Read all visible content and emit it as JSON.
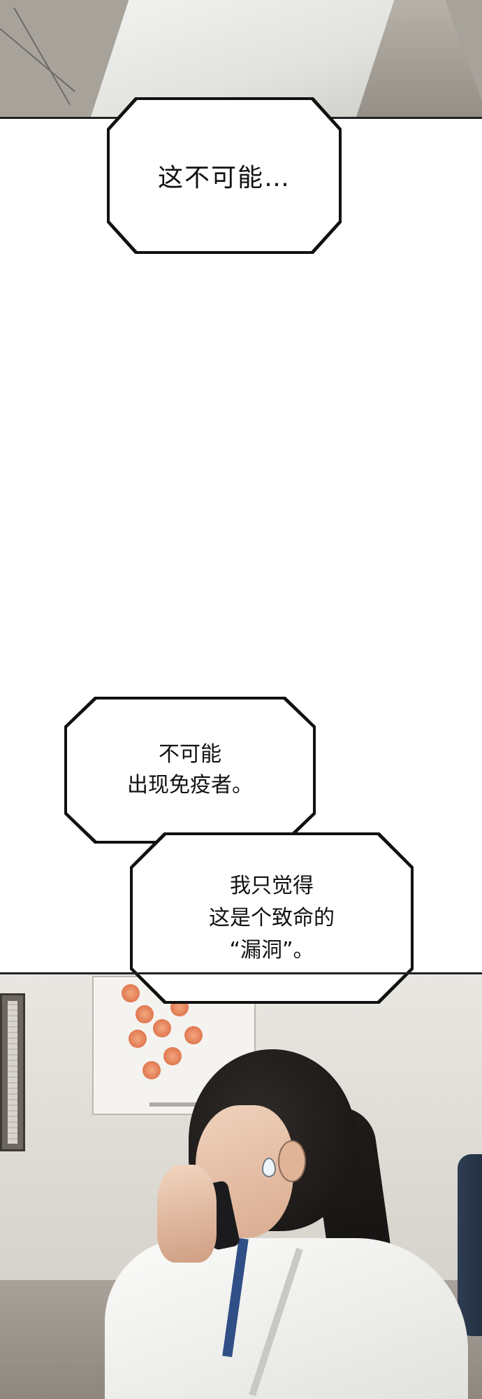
{
  "bubbles": {
    "first": {
      "line1": "这不可能…"
    },
    "second": {
      "line1": "不可能",
      "line2": "出现免疫者。"
    },
    "third": {
      "line1": "我只觉得",
      "line2": "这是个致命的",
      "line3": "“漏洞”。"
    }
  },
  "colors": {
    "bubble_outline": "#111111",
    "bubble_fill": "#ffffff",
    "panel_border": "#222222"
  }
}
